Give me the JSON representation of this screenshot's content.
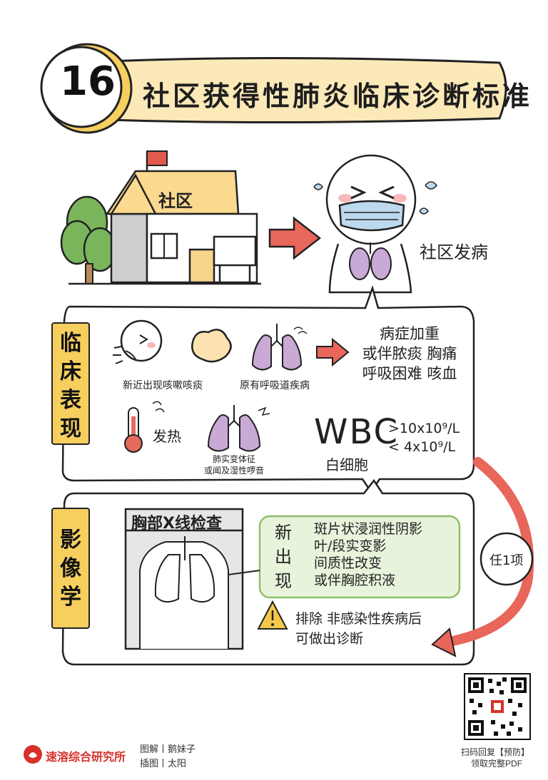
{
  "header": {
    "number": "16",
    "title": "社区获得性肺炎临床诊断标准"
  },
  "scene": {
    "house_label": "社区",
    "onset_label": "社区发病"
  },
  "clinical": {
    "section_label": [
      "临",
      "床",
      "表",
      "现"
    ],
    "items": [
      {
        "label": "新近出现咳嗽咳痰"
      },
      {
        "label": "原有呼吸道疾病"
      }
    ],
    "worse_lines": [
      "病症加重",
      "或伴脓痰 胸痛",
      "呼吸困难 咳血"
    ],
    "fever_label": "发热",
    "lung_sign_lines": [
      "肺实变体征",
      "或闻及湿性啰音"
    ],
    "wbc": {
      "label": "WBC",
      "sub": "白细胞",
      "high": ">10x10⁹/L",
      "low": "< 4x10⁹/L"
    }
  },
  "imaging": {
    "section_label": [
      "影",
      "像",
      "学"
    ],
    "xray_title": "胸部X线检查",
    "new_label": [
      "新",
      "出",
      "现"
    ],
    "findings": [
      "斑片状浸润性阴影",
      "叶/段实变影",
      "间质性改变",
      "或伴胸腔积液"
    ],
    "warning_lines": [
      "排除 非感染性疾病后",
      "可做出诊断"
    ]
  },
  "any_one_label": "任1项",
  "footer": {
    "org_name": "速溶综合研究所",
    "credit_1": "图解丨鹅妹子",
    "credit_2": "插图丨太阳",
    "qr_line_1": "扫码回复【预防】",
    "qr_line_2": "领取完整PDF"
  },
  "colors": {
    "title_band": "#fce9b8",
    "label_yellow": "#f6cf5e",
    "arrow_red": "#e8665a",
    "lung_purple": "#c9a9d6",
    "green_box": "#e8f3dc",
    "green_border": "#8dbf6a",
    "mask_blue": "#bcd9ee",
    "tree_green": "#7ab55c",
    "house_yellow": "#fbd98f",
    "flag_red": "#e05a4e",
    "thermo_red": "#e36a5c",
    "warning_yellow": "#f5c84a",
    "brand_red": "#d8312b"
  }
}
